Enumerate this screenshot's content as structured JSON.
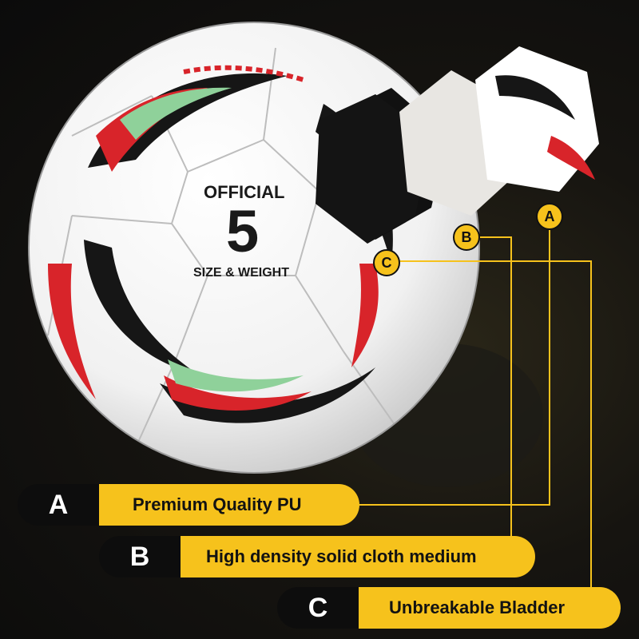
{
  "ball": {
    "top_text": "OFFICIAL",
    "size_number": "5",
    "bottom_text": "SIZE & WEIGHT"
  },
  "markers": {
    "a": "A",
    "b": "B",
    "c": "C"
  },
  "labels": [
    {
      "letter": "A",
      "text": "Premium Quality PU"
    },
    {
      "letter": "B",
      "text": "High density solid cloth medium"
    },
    {
      "letter": "C",
      "text": "Unbreakable Bladder"
    }
  ],
  "colors": {
    "accent_yellow": "#f6c21c",
    "dark": "#0d0d0d",
    "ball_red": "#d8242a",
    "ball_green": "#8fd19a"
  }
}
